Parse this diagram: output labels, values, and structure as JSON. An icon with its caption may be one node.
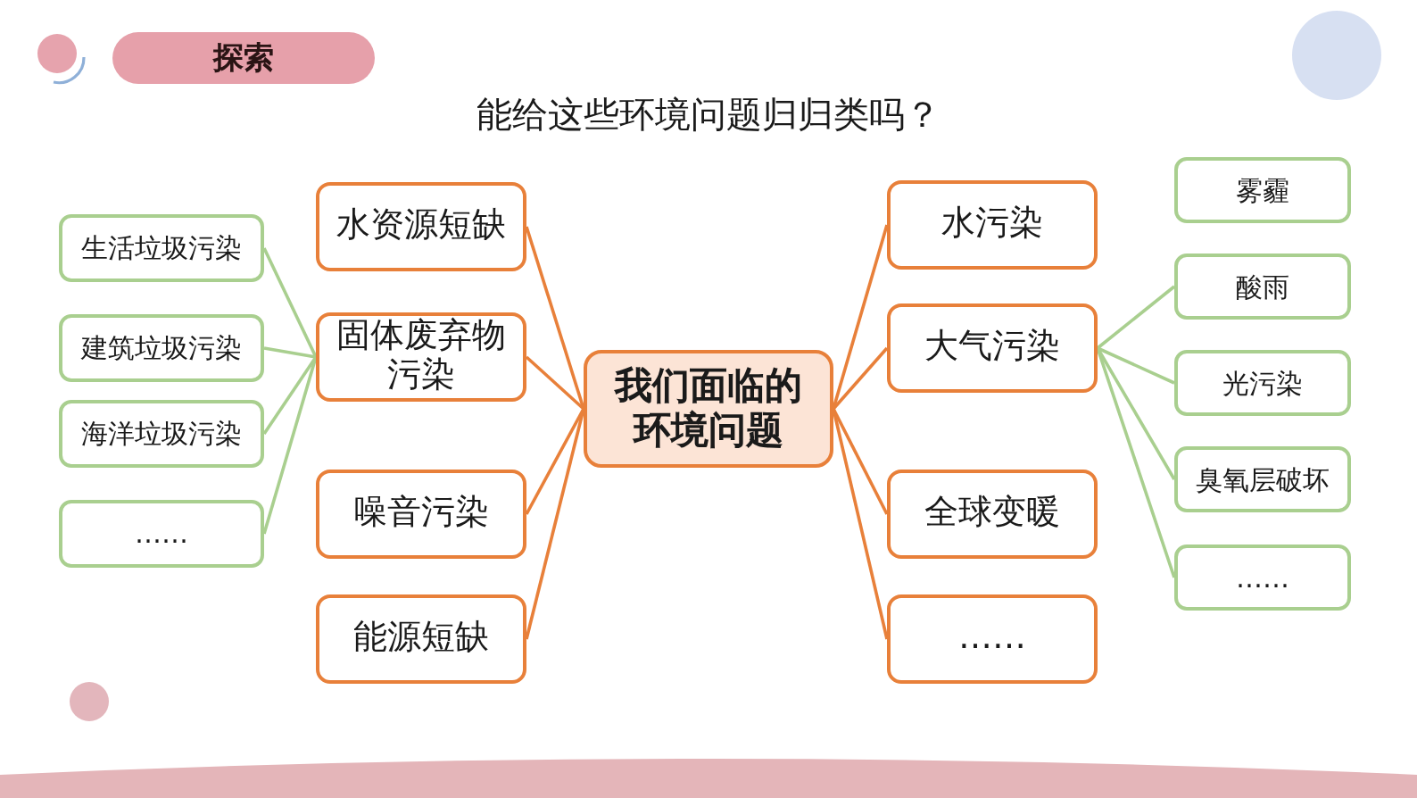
{
  "diagram": {
    "title": "能给这些环境问题归归类吗？",
    "nodes": [
      {
        "text": [
          "我们面临的环境问题"
        ]
      },
      {
        "text": [
          "水资源短缺"
        ]
      },
      {
        "text": [
          "固体废弃物污染"
        ]
      },
      {
        "text": [
          "噪音污染"
        ]
      },
      {
        "text": [
          "能源短缺"
        ]
      },
      {
        "text": [
          "水污染"
        ]
      },
      {
        "text": [
          "大气污染"
        ]
      },
      {
        "text": [
          "全球变暖"
        ]
      },
      {
        "text": [
          "……"
        ]
      },
      {
        "text": [
          "生活垃圾污染"
        ]
      },
      {
        "text": [
          "建筑垃圾污染"
        ]
      },
      {
        "text": [
          "海洋垃圾污染"
        ]
      },
      {
        "text": [
          "……"
        ]
      },
      {
        "text": [
          "雾霾"
        ]
      },
      {
        "text": [
          "酸雨"
        ]
      },
      {
        "text": [
          "光污染"
        ]
      },
      {
        "text": [
          "臭氧层破坏"
        ]
      },
      {
        "text": [
          "……"
        ]
      }
    ],
    "edges": [
      {
        "from": 0,
        "to": 1,
        "arrow": "none"
      },
      {
        "from": 0,
        "to": 2,
        "arrow": "none"
      },
      {
        "from": 0,
        "to": 3,
        "arrow": "none"
      },
      {
        "from": 0,
        "to": 4,
        "arrow": "none"
      },
      {
        "from": 0,
        "to": 5,
        "arrow": "none"
      },
      {
        "from": 0,
        "to": 6,
        "arrow": "none"
      },
      {
        "from": 0,
        "to": 7,
        "arrow": "none"
      },
      {
        "from": 0,
        "to": 8,
        "arrow": "none"
      },
      {
        "from": 2,
        "to": 9,
        "arrow": "none",
        "color": "#a9cf8f"
      },
      {
        "from": 2,
        "to": 10,
        "arrow": "none",
        "color": "#a9cf8f"
      },
      {
        "from": 2,
        "to": 11,
        "arrow": "none",
        "color": "#a9cf8f"
      },
      {
        "from": 2,
        "to": 12,
        "arrow": "none",
        "color": "#a9cf8f"
      },
      {
        "from": 6,
        "to": 14,
        "arrow": "none",
        "color": "#a9cf8f"
      },
      {
        "from": 6,
        "to": 15,
        "arrow": "none",
        "color": "#a9cf8f"
      },
      {
        "from": 6,
        "to": 16,
        "arrow": "none",
        "color": "#a9cf8f"
      },
      {
        "from": 6,
        "to": 17,
        "arrow": "none",
        "color": "#a9cf8f"
      }
    ],
    "labels": [
      "探索"
    ]
  }
}
